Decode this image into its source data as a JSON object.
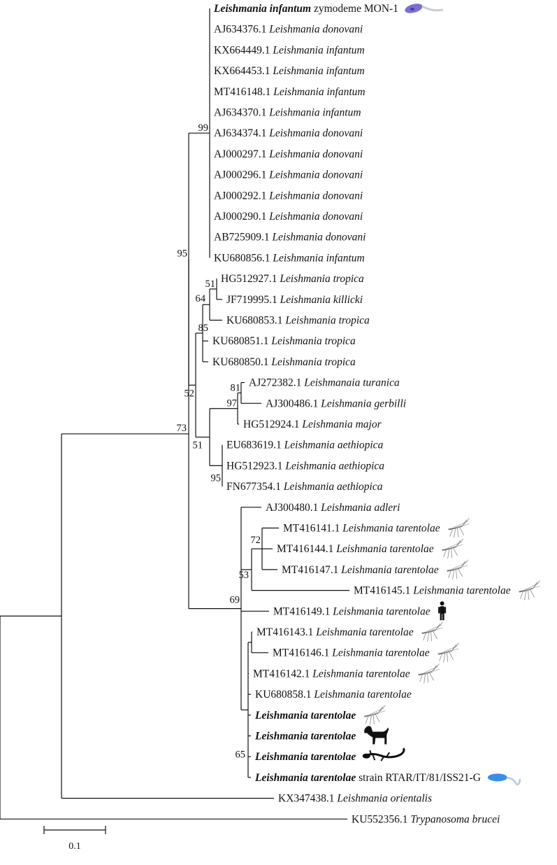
{
  "tips": [
    {
      "accession": "",
      "species": "Leishmania infantum",
      "suffix": "zymodeme MON-1",
      "bold": true,
      "icon": "promastigote-purple-icon"
    },
    {
      "accession": "AJ634376.1",
      "species": "Leishmania donovani",
      "suffix": "",
      "bold": false,
      "icon": ""
    },
    {
      "accession": "KX664449.1",
      "species": "Leishmania infantum",
      "suffix": "",
      "bold": false,
      "icon": ""
    },
    {
      "accession": "KX664453.1",
      "species": "Leishmania infantum",
      "suffix": "",
      "bold": false,
      "icon": ""
    },
    {
      "accession": "MT416148.1",
      "species": "Leishmania infantum",
      "suffix": "",
      "bold": false,
      "icon": ""
    },
    {
      "accession": "AJ634370.1",
      "species": "Leishmania infantum",
      "suffix": "",
      "bold": false,
      "icon": ""
    },
    {
      "accession": "AJ634374.1",
      "species": "Leishmania donovani",
      "suffix": "",
      "bold": false,
      "icon": ""
    },
    {
      "accession": "AJ000297.1",
      "species": "Leishmania donovani",
      "suffix": "",
      "bold": false,
      "icon": ""
    },
    {
      "accession": "AJ000296.1",
      "species": "Leishmania donovani",
      "suffix": "",
      "bold": false,
      "icon": ""
    },
    {
      "accession": "AJ000292.1",
      "species": "Leishmania donovani",
      "suffix": "",
      "bold": false,
      "icon": ""
    },
    {
      "accession": "AJ000290.1",
      "species": "Leishmania donovani",
      "suffix": "",
      "bold": false,
      "icon": ""
    },
    {
      "accession": "AB725909.1",
      "species": "Leishmania donovani",
      "suffix": "",
      "bold": false,
      "icon": ""
    },
    {
      "accession": "KU680856.1",
      "species": "Leishmania infantum",
      "suffix": "",
      "bold": false,
      "icon": ""
    },
    {
      "accession": "HG512927.1",
      "species": "Leishmania tropica",
      "suffix": "",
      "bold": false,
      "icon": ""
    },
    {
      "accession": "JF719995.1",
      "species": "Leishmania killicki",
      "suffix": "",
      "bold": false,
      "icon": ""
    },
    {
      "accession": "KU680853.1",
      "species": "Leishmania tropica",
      "suffix": "",
      "bold": false,
      "icon": ""
    },
    {
      "accession": "KU680851.1",
      "species": "Leishmania tropica",
      "suffix": "",
      "bold": false,
      "icon": ""
    },
    {
      "accession": "KU680850.1",
      "species": "Leishmania tropica",
      "suffix": "",
      "bold": false,
      "icon": ""
    },
    {
      "accession": "AJ272382.1",
      "species": "Leishmanaia turanica",
      "suffix": "",
      "bold": false,
      "icon": ""
    },
    {
      "accession": "AJ300486.1",
      "species": "Leishmania gerbilli",
      "suffix": "",
      "bold": false,
      "icon": ""
    },
    {
      "accession": "HG512924.1",
      "species": "Leishmania major",
      "suffix": "",
      "bold": false,
      "icon": ""
    },
    {
      "accession": "EU683619.1",
      "species": "Leishmania aethiopica",
      "suffix": "",
      "bold": false,
      "icon": ""
    },
    {
      "accession": "HG512923.1",
      "species": "Leishmania aethiopica",
      "suffix": "",
      "bold": false,
      "icon": ""
    },
    {
      "accession": "FN677354.1",
      "species": "Leishmania aethiopica",
      "suffix": "",
      "bold": false,
      "icon": ""
    },
    {
      "accession": "AJ300480.1",
      "species": "Leishmania adleri",
      "suffix": "",
      "bold": false,
      "icon": ""
    },
    {
      "accession": "MT416141.1",
      "species": "Leishmania tarentolae",
      "suffix": "",
      "bold": false,
      "icon": "sand-fly-icon"
    },
    {
      "accession": "MT416144.1",
      "species": "Leishmania tarentolae",
      "suffix": "",
      "bold": false,
      "icon": "sand-fly-icon"
    },
    {
      "accession": "MT416147.1",
      "species": "Leishmania tarentolae",
      "suffix": "",
      "bold": false,
      "icon": "sand-fly-icon"
    },
    {
      "accession": "MT416145.1",
      "species": "Leishmania tarentolae",
      "suffix": "",
      "bold": false,
      "icon": "sand-fly-icon"
    },
    {
      "accession": "MT416149.1",
      "species": "Leishmania tarentolae",
      "suffix": "",
      "bold": false,
      "icon": "human-silhouette-icon"
    },
    {
      "accession": "MT416143.1",
      "species": "Leishmania tarentolae",
      "suffix": "",
      "bold": false,
      "icon": "sand-fly-icon"
    },
    {
      "accession": "MT416146.1",
      "species": "Leishmania tarentolae",
      "suffix": "",
      "bold": false,
      "icon": "sand-fly-icon"
    },
    {
      "accession": "MT416142.1",
      "species": "Leishmania tarentolae",
      "suffix": "",
      "bold": false,
      "icon": "sand-fly-icon"
    },
    {
      "accession": "KU680858.1",
      "species": "Leishmania tarentolae",
      "suffix": "",
      "bold": false,
      "icon": ""
    },
    {
      "accession": "",
      "species": "Leishmania tarentolae",
      "suffix": "",
      "bold": true,
      "icon": "sand-fly-icon"
    },
    {
      "accession": "",
      "species": "Leishmania tarentolae",
      "suffix": "",
      "bold": true,
      "icon": "dog-silhouette-icon"
    },
    {
      "accession": "",
      "species": "Leishmania tarentolae",
      "suffix": "",
      "bold": true,
      "icon": "gecko-silhouette-icon"
    },
    {
      "accession": "",
      "species": "Leishmania tarentolae",
      "suffix": "strain RTAR/IT/81/ISS21-G",
      "bold": true,
      "icon": "promastigote-blue-icon"
    },
    {
      "accession": "KX347438.1",
      "species": "Leishmania orientalis",
      "suffix": "",
      "bold": false,
      "icon": ""
    },
    {
      "accession": "KU552356.1",
      "species": "Trypanosoma brucei",
      "suffix": "",
      "bold": false,
      "icon": ""
    }
  ],
  "bootstrap": [
    "99",
    "73",
    "51",
    "64",
    "85",
    "52",
    "81",
    "97",
    "51",
    "95",
    "95",
    "72",
    "53",
    "69",
    "65"
  ],
  "scale_bar": {
    "label": "0.1"
  },
  "colors": {
    "branch": "#111111",
    "text": "#111111",
    "promastigote_purple": "#6a5acd",
    "promastigote_blue": "#3a8ee6"
  }
}
